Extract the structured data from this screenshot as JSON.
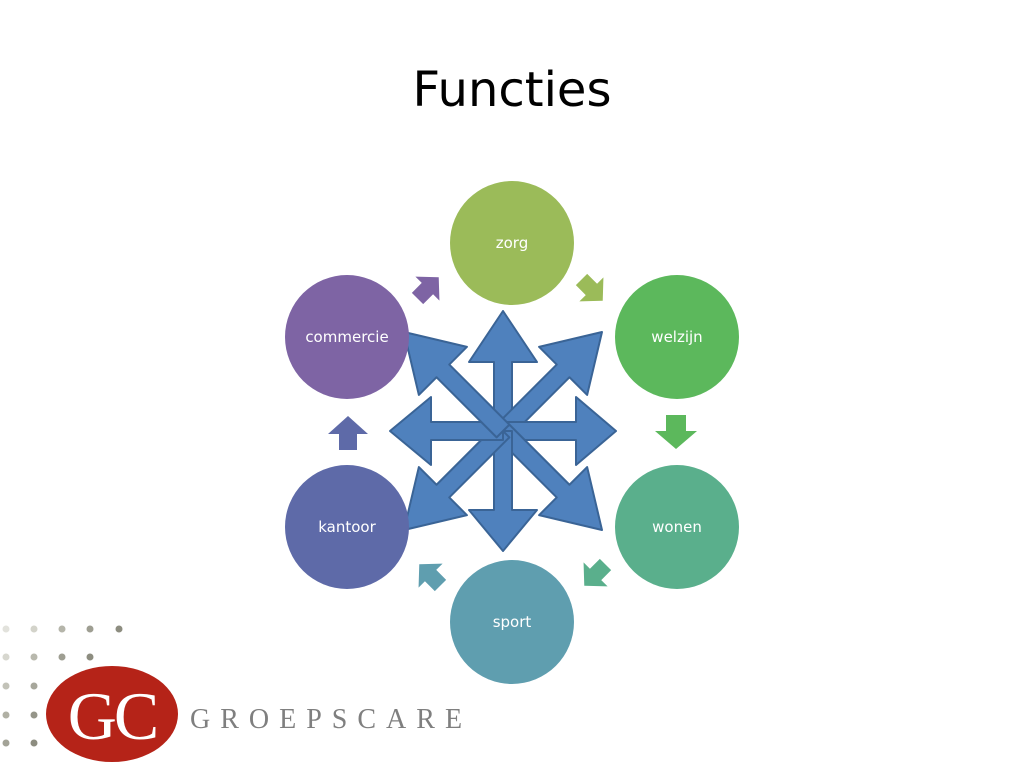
{
  "slide": {
    "title": "Functies"
  },
  "diagram": {
    "nodes": [
      {
        "label": "zorg",
        "color": "#9BBB59"
      },
      {
        "label": "welzijn",
        "color": "#5CB85C"
      },
      {
        "label": "wonen",
        "color": "#5AAF8C"
      },
      {
        "label": "sport",
        "color": "#5F9EAF"
      },
      {
        "label": "kantoor",
        "color": "#5E6AA8"
      },
      {
        "label": "commercie",
        "color": "#7E64A4"
      }
    ],
    "center_arrows_color": "#4F81BD"
  },
  "logo": {
    "monogram": "GC",
    "wordmark": "GROEPSCARE",
    "color": "#B52318"
  }
}
